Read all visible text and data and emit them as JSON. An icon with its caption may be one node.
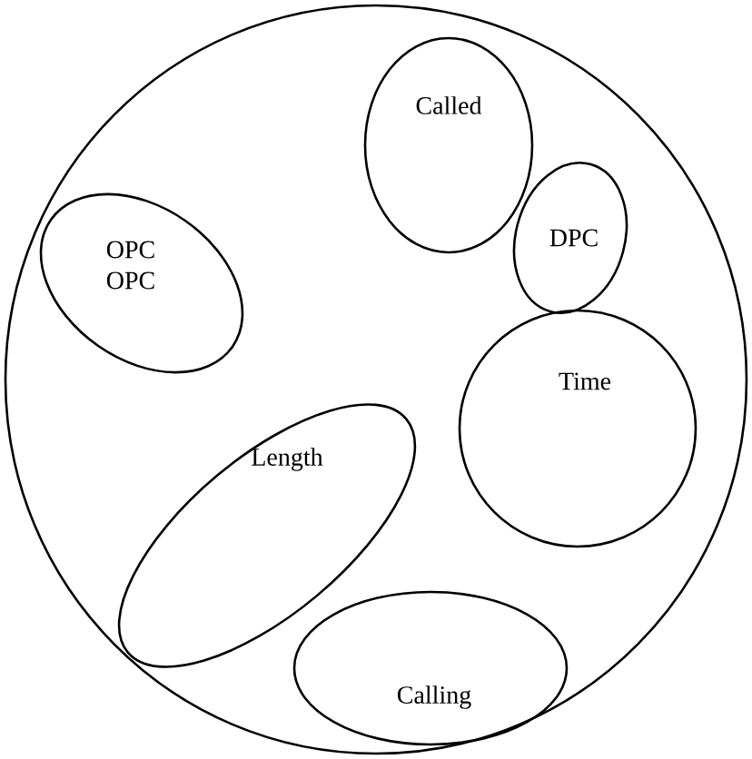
{
  "diagram": {
    "nodes": [
      {
        "text": [],
        "shape": "circle"
      },
      {
        "text": [
          "Called"
        ],
        "in": 0
      },
      {
        "text": [
          "OPC OPC"
        ],
        "in": 0
      },
      {
        "text": [
          "DPC"
        ],
        "in": 0
      },
      {
        "text": [
          "Time"
        ],
        "in": 0
      },
      {
        "text": [
          "Length"
        ],
        "in": 0
      },
      {
        "text": [
          "Calling"
        ],
        "in": 0
      }
    ]
  }
}
